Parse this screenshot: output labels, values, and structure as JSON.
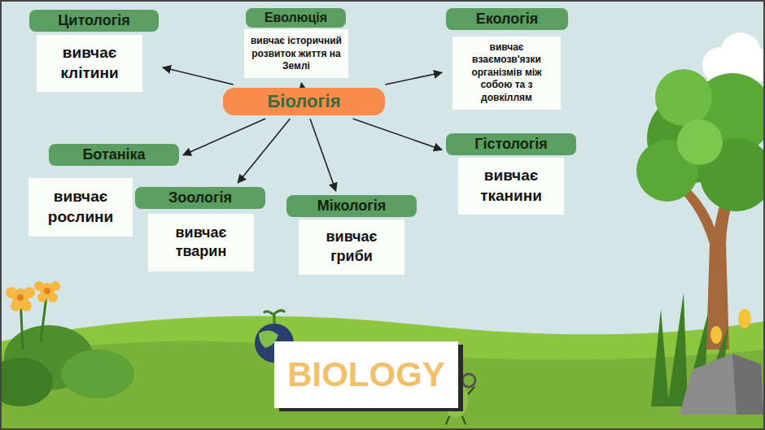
{
  "diagram": {
    "nodes": [
      {
        "text": [
          "Цитологія",
          "вивчає клітини"
        ]
      },
      {
        "text": [
          "Еволюція",
          "вивчає історичний розвиток життя на Землі"
        ]
      },
      {
        "text": [
          "Екологія",
          "вивчає взаємозв'язки організмів між собою та з довкіллям"
        ]
      },
      {
        "text": [
          "Біологія"
        ]
      },
      {
        "text": [
          "Гістологія",
          "вивчає тканини"
        ]
      },
      {
        "text": [
          "Ботаніка",
          "вивчає рослини"
        ]
      },
      {
        "text": [
          "Зоологія",
          "вивчає тварин"
        ]
      },
      {
        "text": [
          "Мікологія",
          "вивчає гриби"
        ]
      },
      {
        "text": [
          "BIOLOGY"
        ]
      }
    ],
    "edges": [
      {
        "from": 3,
        "to": 0,
        "arrow": "to"
      },
      {
        "from": 3,
        "to": 1,
        "arrow": "to"
      },
      {
        "from": 3,
        "to": 2,
        "arrow": "to"
      },
      {
        "from": 3,
        "to": 4,
        "arrow": "to"
      },
      {
        "from": 3,
        "to": 5,
        "arrow": "to"
      },
      {
        "from": 3,
        "to": 6,
        "arrow": "to"
      },
      {
        "from": 3,
        "to": 7,
        "arrow": "to"
      }
    ]
  }
}
